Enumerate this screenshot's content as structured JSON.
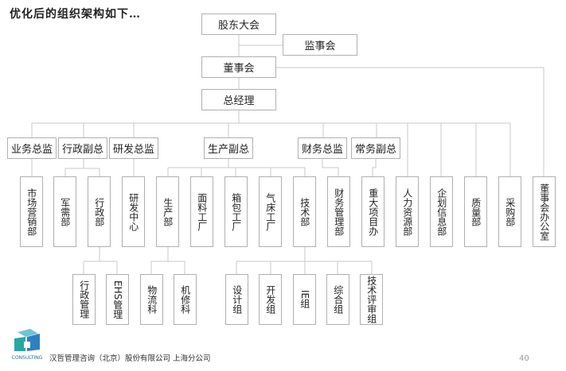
{
  "title": "优化后的组织架构如下…",
  "org": {
    "shareholders": "股东大会",
    "supervisors": "监事会",
    "board": "董事会",
    "gm": "总经理",
    "level2": [
      "业务总监",
      "行政副总",
      "研发总监",
      "生产副总",
      "财务总监",
      "常务副总"
    ],
    "level3": [
      "市场营销部",
      "军需部",
      "行政部",
      "研发中心",
      "生产部",
      "面料工厂",
      "箱包工厂",
      "气床工厂",
      "技术部",
      "财务管理部",
      "重大项目办",
      "人力资源部",
      "企划信息部",
      "质量部",
      "采购部",
      "董事会办公室"
    ],
    "admin_sub": [
      "行政管理",
      "EHS管理"
    ],
    "production_sub": [
      "物流科",
      "机修科"
    ],
    "tech_sub": [
      "设计组",
      "开发组",
      "IE组",
      "综合组",
      "技术评审组"
    ]
  },
  "footer": {
    "logo_text": "CONSULTING",
    "company": "汉哲管理咨询（北京）股份有限公司 上海分公司",
    "page_number": "40"
  },
  "colors": {
    "line": "#c8c8c8",
    "border": "#b0b0b0",
    "logo_teal": "#2aa6a0",
    "logo_blue": "#2f7fc1"
  }
}
